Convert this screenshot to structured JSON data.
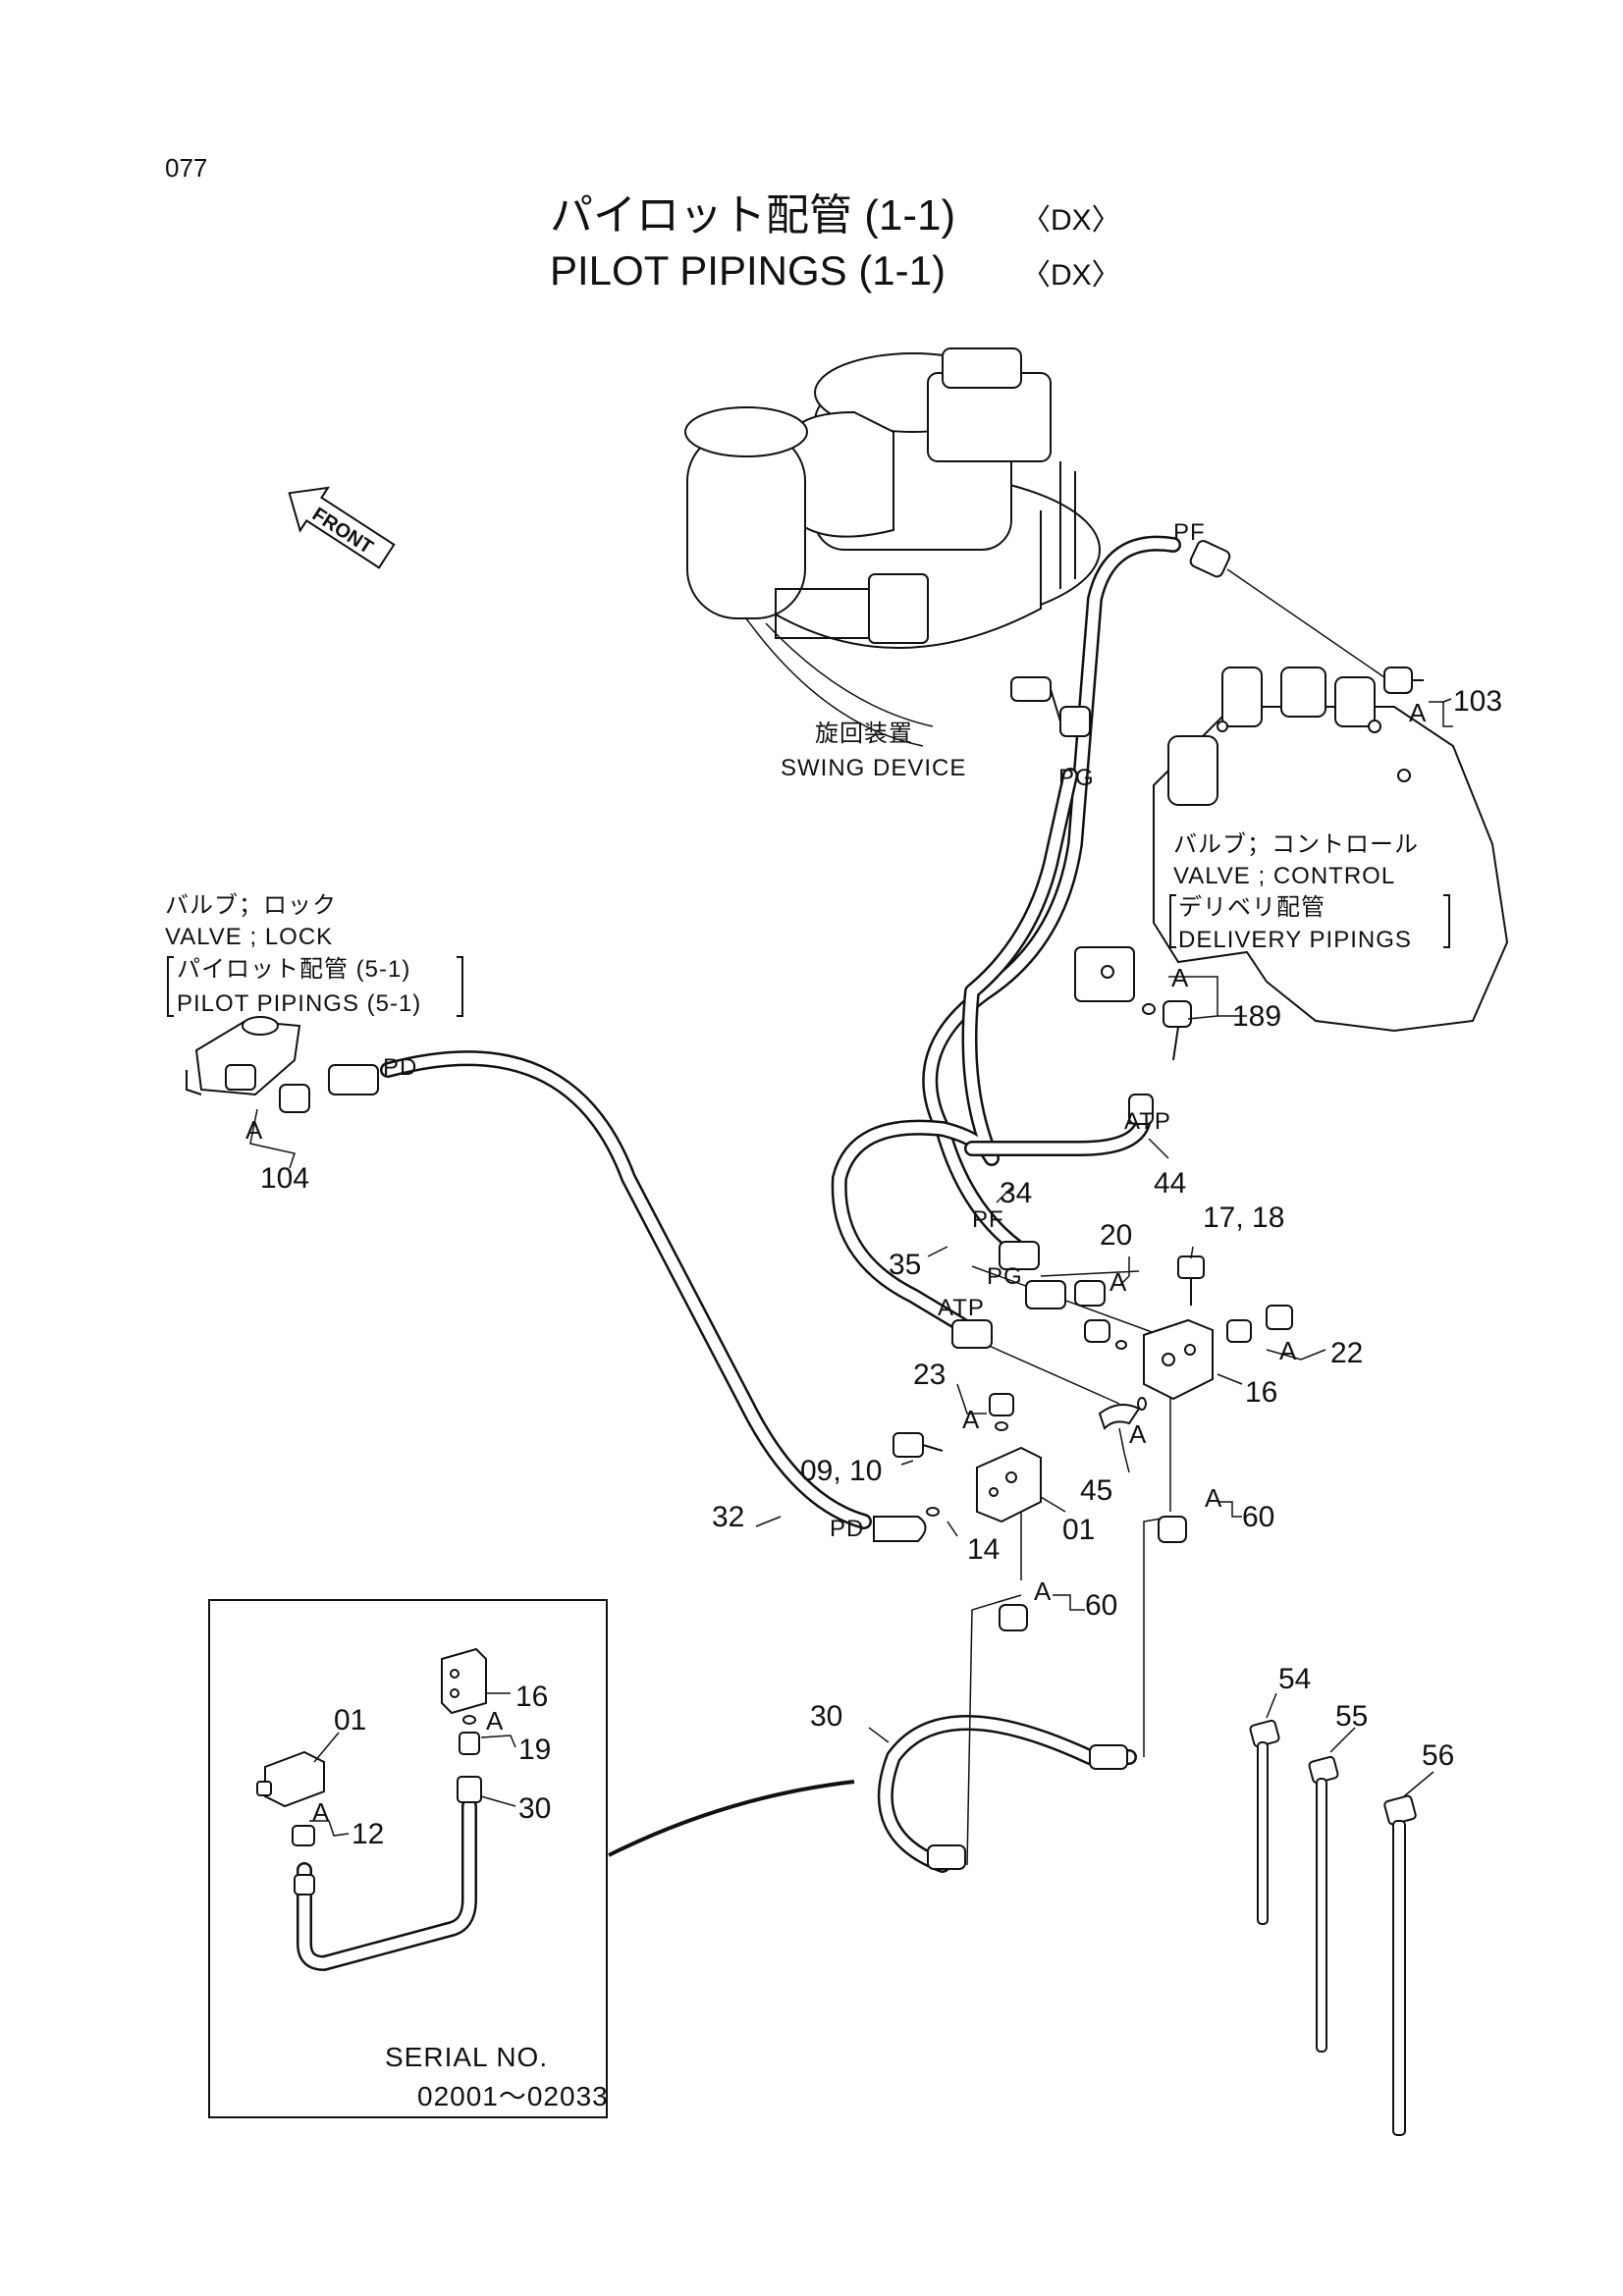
{
  "page_number": "077",
  "title": {
    "jp": "パイロット配管 (1-1)",
    "en": "PILOT PIPINGS (1-1)",
    "suffix": "〈DX〉"
  },
  "front_label": "FRONT",
  "assemblies": {
    "swing_device": {
      "jp": "旋回装置",
      "en": "SWING DEVICE"
    },
    "control_valve": {
      "jp": "バルブ；コントロール",
      "en": "VALVE ; CONTROL",
      "ref_jp": "デリベリ配管",
      "ref_en": "DELIVERY PIPINGS"
    },
    "lock_valve": {
      "jp": "バルブ；ロック",
      "en": "VALVE ; LOCK",
      "ref_jp": "パイロット配管 (5-1)",
      "ref_en": "PILOT PIPINGS (5-1)"
    }
  },
  "port_labels": {
    "pf_top": "PF",
    "pg_top": "PG",
    "pd_left": "PD",
    "atp_right": "ATP",
    "pf_mid": "PF",
    "pg_mid": "PG",
    "atp_mid": "ATP",
    "pd_bottom": "PD"
  },
  "callouts": {
    "c103": "103",
    "c189": "189",
    "c104": "104",
    "c44": "44",
    "c34": "34",
    "c35": "35",
    "c20": "20",
    "c17_18": "17, 18",
    "c22": "22",
    "c16": "16",
    "c23": "23",
    "c45": "45",
    "c09_10": "09, 10",
    "c01": "01",
    "c14": "14",
    "c32": "32",
    "c60_right": "60",
    "c60_left": "60",
    "c30": "30",
    "c54": "54",
    "c55": "55",
    "c56": "56"
  },
  "seal_letter": "A",
  "inset": {
    "c16": "16",
    "c01": "01",
    "c19": "19",
    "c12": "12",
    "c30": "30",
    "serial_label": "SERIAL  NO.",
    "serial_range": "02001～02033"
  }
}
